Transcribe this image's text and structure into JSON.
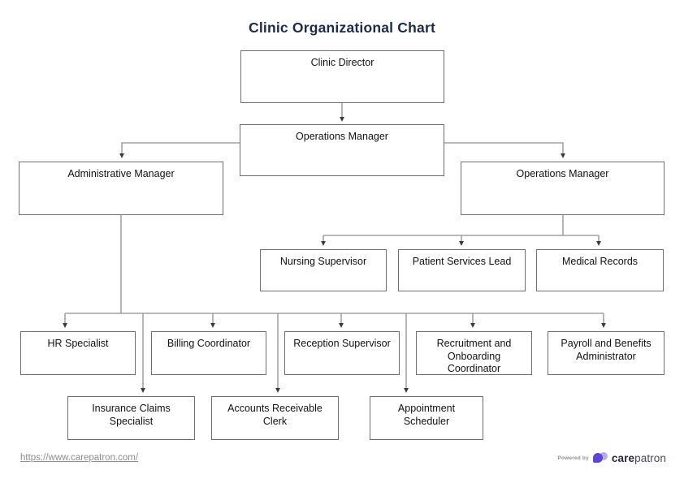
{
  "title": "Clinic Organizational Chart",
  "nodes": {
    "clinic_director": {
      "label": "Clinic Director"
    },
    "operations_manager": {
      "label": "Operations Manager"
    },
    "administrative_manager": {
      "label": "Administrative Manager"
    },
    "operations_manager_2": {
      "label": "Operations Manager"
    },
    "nursing_supervisor": {
      "label": "Nursing Supervisor"
    },
    "patient_services_lead": {
      "label": "Patient Services Lead"
    },
    "medical_records": {
      "label": "Medical Records"
    },
    "hr_specialist": {
      "label": "HR Specialist"
    },
    "billing_coordinator": {
      "label": "Billing Coordinator"
    },
    "reception_supervisor": {
      "label": "Reception Supervisor"
    },
    "recruitment_onboarding_coordinator": {
      "label": "Recruitment and Onboarding Coordinator"
    },
    "payroll_benefits_administrator": {
      "label": "Payroll and Benefits Administrator"
    },
    "insurance_claims_specialist": {
      "label": "Insurance Claims Specialist"
    },
    "accounts_receivable_clerk": {
      "label": "Accounts Receivable Clerk"
    },
    "appointment_scheduler": {
      "label": "Appointment Scheduler"
    }
  },
  "hierarchy": [
    {
      "from": "Clinic Director",
      "to": "Operations Manager"
    },
    {
      "from": "Operations Manager",
      "to": "Administrative Manager"
    },
    {
      "from": "Operations Manager",
      "to": "Operations Manager (right)"
    },
    {
      "from": "Operations Manager (right)",
      "to": "Nursing Supervisor"
    },
    {
      "from": "Operations Manager (right)",
      "to": "Patient Services Lead"
    },
    {
      "from": "Operations Manager (right)",
      "to": "Medical Records"
    },
    {
      "from": "Administrative Manager",
      "to": "HR Specialist"
    },
    {
      "from": "Administrative Manager",
      "to": "Billing Coordinator"
    },
    {
      "from": "Administrative Manager",
      "to": "Reception Supervisor"
    },
    {
      "from": "Administrative Manager",
      "to": "Recruitment and Onboarding Coordinator"
    },
    {
      "from": "Administrative Manager",
      "to": "Payroll and Benefits Administrator"
    },
    {
      "from": "Administrative Manager",
      "to": "Insurance Claims Specialist"
    },
    {
      "from": "Administrative Manager",
      "to": "Accounts Receivable Clerk"
    },
    {
      "from": "Administrative Manager",
      "to": "Appointment Scheduler"
    }
  ],
  "footer": {
    "link": "https://www.carepatron.com/",
    "powered_by_label": "Powered by",
    "brand_name_bold": "care",
    "brand_name_light": "patron"
  },
  "colors": {
    "title": "#1b2b4c",
    "box_border": "#6e6e6e",
    "connector": "#8f8f8f",
    "arrowhead": "#3a3a3a",
    "link": "#8e8e8e",
    "logo_purple": "#5b47d6",
    "logo_lavender": "#b9abee",
    "brand_text": "#262840"
  }
}
